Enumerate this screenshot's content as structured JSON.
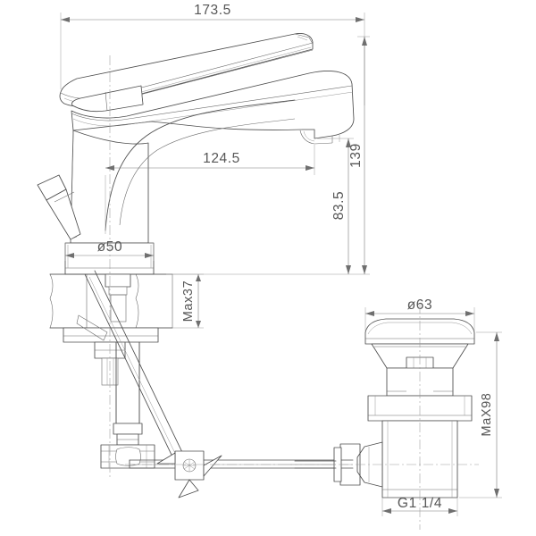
{
  "document": {
    "kind": "technical-drawing",
    "subject": "Basin mixer faucet with pop-up waste drain assembly",
    "units": "mm",
    "line_color": "#4d4d4d",
    "text_color": "#565656",
    "background": "#ffffff"
  },
  "views": {
    "faucet": {
      "name": "Basin mixer tap - side elevation with installation section"
    },
    "drain": {
      "name": "Pop-up waste drain - side elevation"
    }
  },
  "dimensions": {
    "overall_length": {
      "label": "173.5",
      "orientation": "horizontal",
      "view": "faucet"
    },
    "spout_reach": {
      "label": "124.5",
      "orientation": "horizontal",
      "view": "faucet"
    },
    "overall_height": {
      "label": "139",
      "orientation": "vertical",
      "view": "faucet"
    },
    "spout_height": {
      "label": "83.5",
      "orientation": "vertical",
      "view": "faucet"
    },
    "base_diameter": {
      "label": "ø50",
      "orientation": "horizontal",
      "view": "faucet"
    },
    "max_deck_thickness": {
      "label": "Max37",
      "orientation": "vertical",
      "view": "faucet"
    },
    "drain_flange_diameter": {
      "label": "ø63",
      "orientation": "horizontal",
      "view": "drain"
    },
    "drain_max_height": {
      "label": "MaX98",
      "orientation": "vertical",
      "view": "drain"
    },
    "drain_thread": {
      "label": "G1  1/4",
      "orientation": "horizontal",
      "view": "drain"
    }
  }
}
